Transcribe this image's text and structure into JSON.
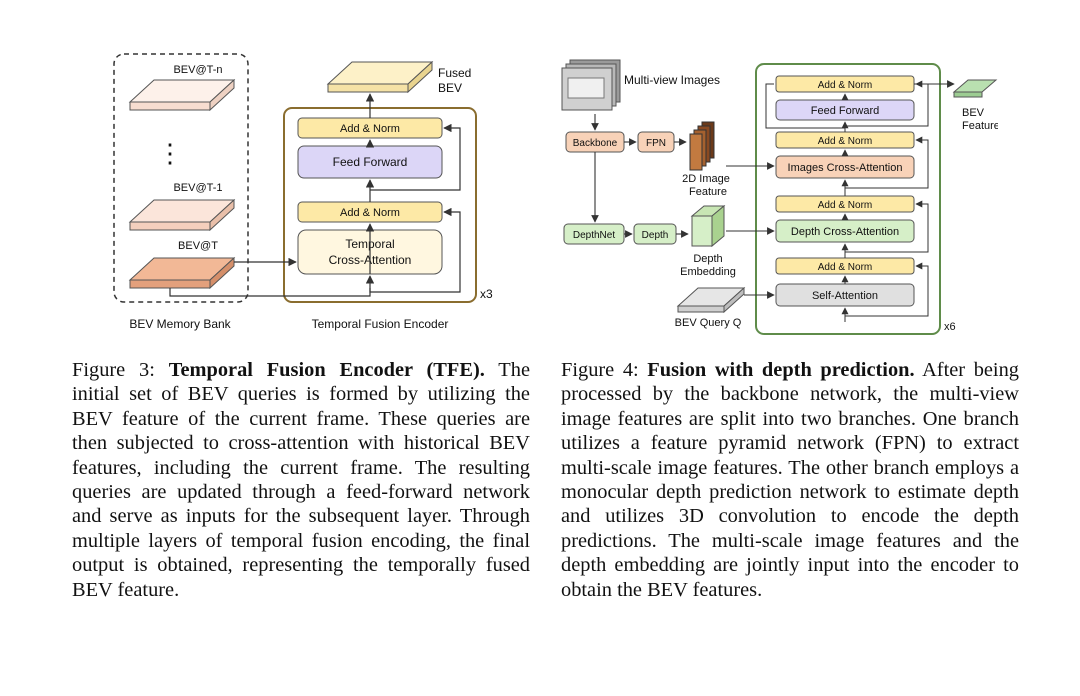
{
  "figure3": {
    "nodes": {
      "bev_tn": "BEV@T-n",
      "dots": "⋮",
      "bev_t1": "BEV@T-1",
      "bev_t": "BEV@T",
      "memory_bank": "BEV Memory Bank",
      "fused_line1": "Fused",
      "fused_line2": "BEV",
      "add_norm_top": "Add & Norm",
      "feed_forward": "Feed Forward",
      "add_norm_bottom": "Add & Norm",
      "tca_line1": "Temporal",
      "tca_line2": "Cross-Attention",
      "repeat": "x3",
      "encoder_label": "Temporal Fusion Encoder"
    },
    "colors": {
      "add_norm": "#fde9a6",
      "feed_forward": "#dcd6f7",
      "tca": "#fff7e0",
      "encoder_border": "#8a6d2f",
      "bev_current": "#f2b896"
    }
  },
  "figure4": {
    "nodes": {
      "multiview": "Multi-view Images",
      "backbone": "Backbone",
      "fpn": "FPN",
      "img_feat_line1": "2D Image",
      "img_feat_line2": "Feature",
      "depthnet": "DepthNet",
      "depth": "Depth",
      "depth_emb_line1": "Depth",
      "depth_emb_line2": "Embedding",
      "bev_query": "BEV Query Q",
      "add_norm_1": "Add & Norm",
      "feed_forward": "Feed Forward",
      "add_norm_2": "Add & Norm",
      "img_ca": "Images Cross-Attention",
      "add_norm_3": "Add & Norm",
      "depth_ca": "Depth Cross-Attention",
      "add_norm_4": "Add & Norm",
      "self_attn": "Self-Attention",
      "repeat": "x6",
      "bev_feat_line1": "BEV",
      "bev_feat_line2": "Feature"
    },
    "colors": {
      "encoder_border": "#5f8c4a",
      "add_norm": "#fde9a6",
      "feed_forward": "#dcd6f7",
      "img_ca": "#f8d2b8",
      "depth_ca": "#d6efc8",
      "self_attn": "#e0e0e0",
      "backbone": "#f8d2b8",
      "depth_branch": "#d6efc8"
    }
  },
  "caption3": {
    "label": "Figure 3:",
    "title": "Temporal Fusion Encoder (TFE).",
    "body": "The initial set of BEV queries is formed by utilizing the BEV feature of the current frame. These queries are then subjected to cross-attention with historical BEV features, including the current frame. The resulting queries are updated through a feed-forward network and serve as inputs for the subsequent layer. Through multiple layers of temporal fusion encoding, the final output is obtained, representing the temporally fused BEV feature."
  },
  "caption4": {
    "label": "Figure 4:",
    "title": "Fusion with depth prediction.",
    "body": "After being processed by the backbone network, the multi-view image features are split into two branches. One branch utilizes a feature pyramid network (FPN) to extract multi-scale image features. The other branch employs a monocular depth prediction network to estimate depth and utilizes 3D convolution to encode the depth predictions. The multi-scale image features and the depth embedding are jointly input into the encoder to obtain the BEV features."
  }
}
